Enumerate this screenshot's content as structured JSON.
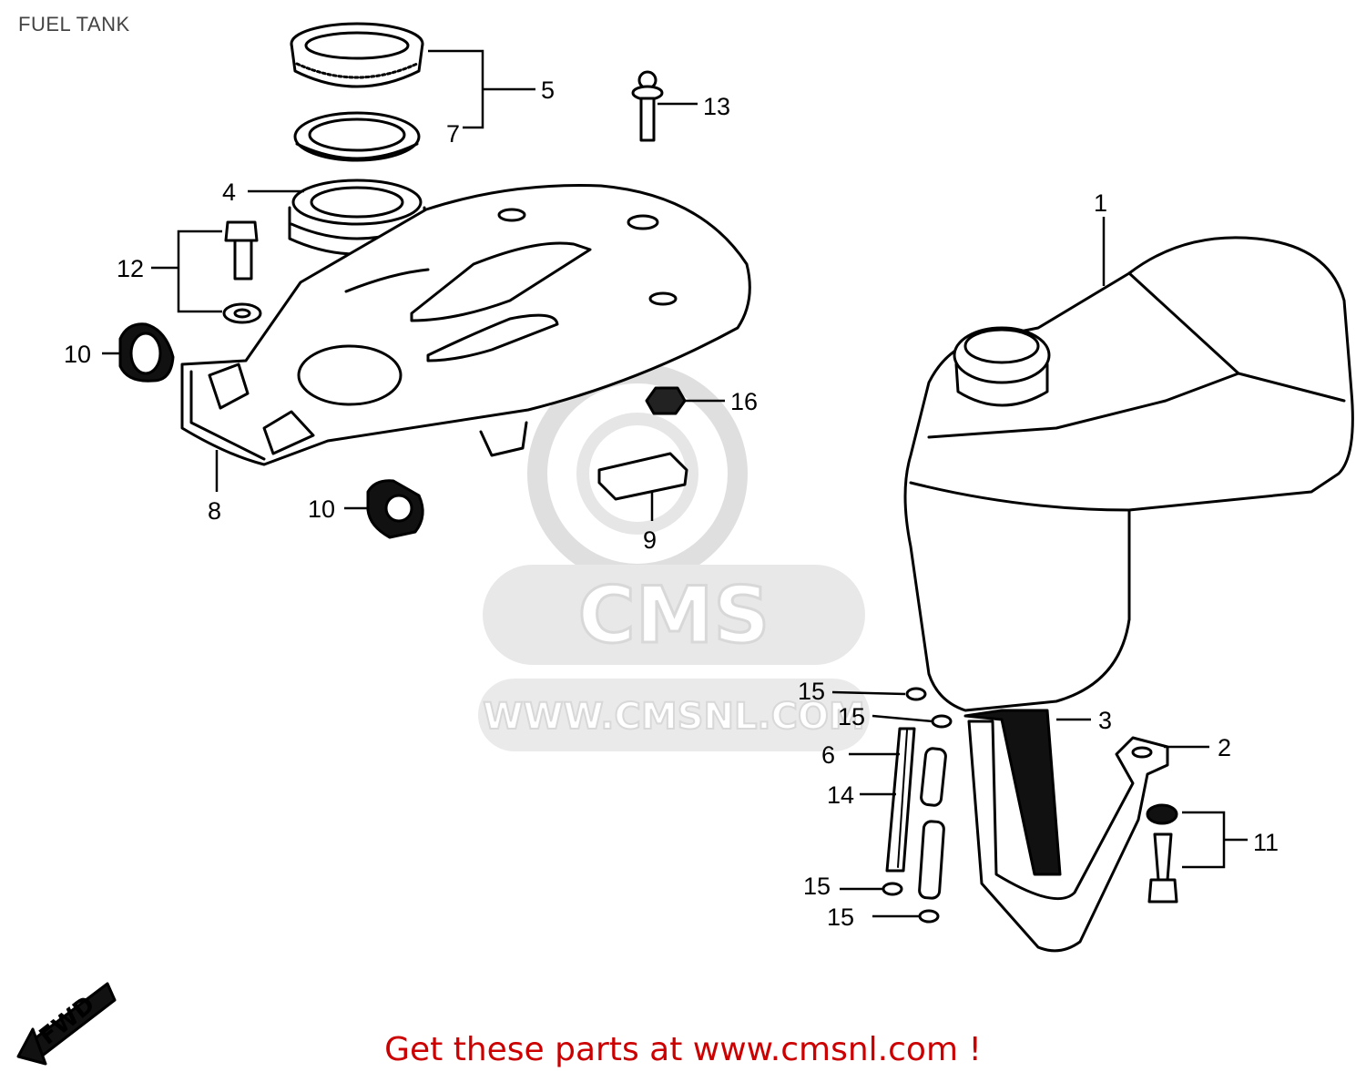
{
  "title": "FUEL TANK",
  "watermark": {
    "brand": "CMS",
    "url": "WWW.CMSNL.COM"
  },
  "direction_marker": "FWD",
  "footer": "Get these parts at www.cmsnl.com !",
  "colors": {
    "footer": "#cc0000",
    "lines": "#000000",
    "watermark": "#d9d9d9"
  },
  "callouts": [
    "1",
    "2",
    "3",
    "4",
    "5",
    "6",
    "7",
    "8",
    "9",
    "10",
    "10",
    "11",
    "12",
    "13",
    "14",
    "15",
    "15",
    "15",
    "15",
    "16"
  ]
}
